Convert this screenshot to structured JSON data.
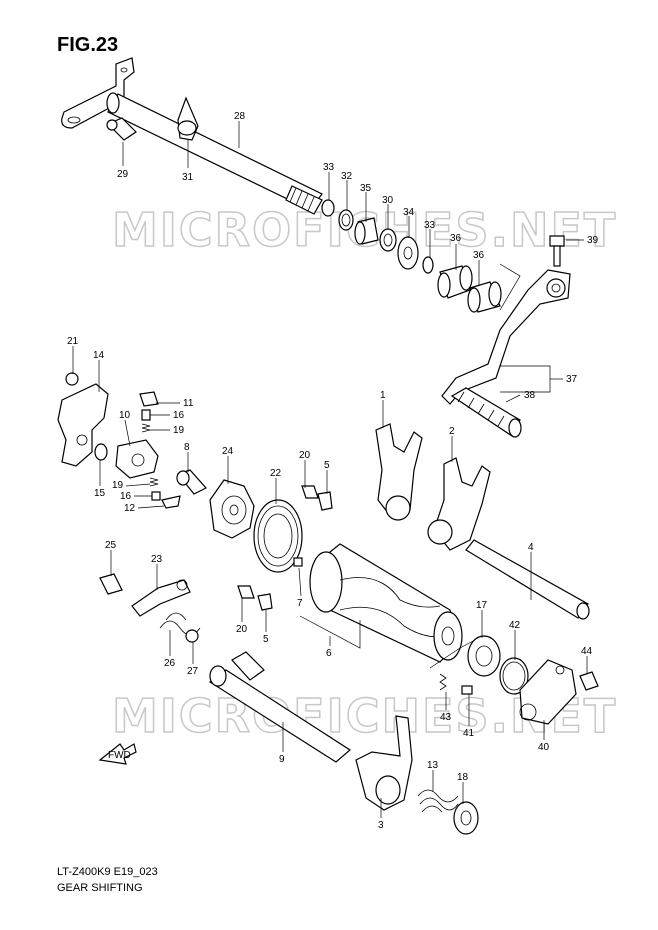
{
  "figure": {
    "title": "FIG.23",
    "model_code": "LT-Z400K9 E19_023",
    "name": "GEAR SHIFTING",
    "watermark": "MICROFICHES.NET",
    "fwd_label": "FWD"
  },
  "callouts": [
    {
      "id": "c28",
      "text": "28"
    },
    {
      "id": "c29",
      "text": "29"
    },
    {
      "id": "c31",
      "text": "31"
    },
    {
      "id": "c33a",
      "text": "33"
    },
    {
      "id": "c32",
      "text": "32"
    },
    {
      "id": "c35",
      "text": "35"
    },
    {
      "id": "c30",
      "text": "30"
    },
    {
      "id": "c34",
      "text": "34"
    },
    {
      "id": "c33b",
      "text": "33"
    },
    {
      "id": "c36a",
      "text": "36"
    },
    {
      "id": "c36b",
      "text": "36"
    },
    {
      "id": "c39",
      "text": "39"
    },
    {
      "id": "c21",
      "text": "21"
    },
    {
      "id": "c14",
      "text": "14"
    },
    {
      "id": "c11",
      "text": "11"
    },
    {
      "id": "c10",
      "text": "10"
    },
    {
      "id": "c16a",
      "text": "16"
    },
    {
      "id": "c19a",
      "text": "19"
    },
    {
      "id": "c8",
      "text": "8"
    },
    {
      "id": "c24",
      "text": "24"
    },
    {
      "id": "c15",
      "text": "15"
    },
    {
      "id": "c19b",
      "text": "19"
    },
    {
      "id": "c16b",
      "text": "16"
    },
    {
      "id": "c12",
      "text": "12"
    },
    {
      "id": "c22",
      "text": "22"
    },
    {
      "id": "c20a",
      "text": "20"
    },
    {
      "id": "c5a",
      "text": "5"
    },
    {
      "id": "c1",
      "text": "1"
    },
    {
      "id": "c2",
      "text": "2"
    },
    {
      "id": "c37",
      "text": "37"
    },
    {
      "id": "c38",
      "text": "38"
    },
    {
      "id": "c25",
      "text": "25"
    },
    {
      "id": "c23",
      "text": "23"
    },
    {
      "id": "c20b",
      "text": "20"
    },
    {
      "id": "c5b",
      "text": "5"
    },
    {
      "id": "c7",
      "text": "7"
    },
    {
      "id": "c6",
      "text": "6"
    },
    {
      "id": "c4",
      "text": "4"
    },
    {
      "id": "c26",
      "text": "26"
    },
    {
      "id": "c27",
      "text": "27"
    },
    {
      "id": "c17",
      "text": "17"
    },
    {
      "id": "c42",
      "text": "42"
    },
    {
      "id": "c44",
      "text": "44"
    },
    {
      "id": "c43",
      "text": "43"
    },
    {
      "id": "c41",
      "text": "41"
    },
    {
      "id": "c40",
      "text": "40"
    },
    {
      "id": "c9",
      "text": "9"
    },
    {
      "id": "c13",
      "text": "13"
    },
    {
      "id": "c18",
      "text": "18"
    },
    {
      "id": "c3",
      "text": "3"
    }
  ]
}
